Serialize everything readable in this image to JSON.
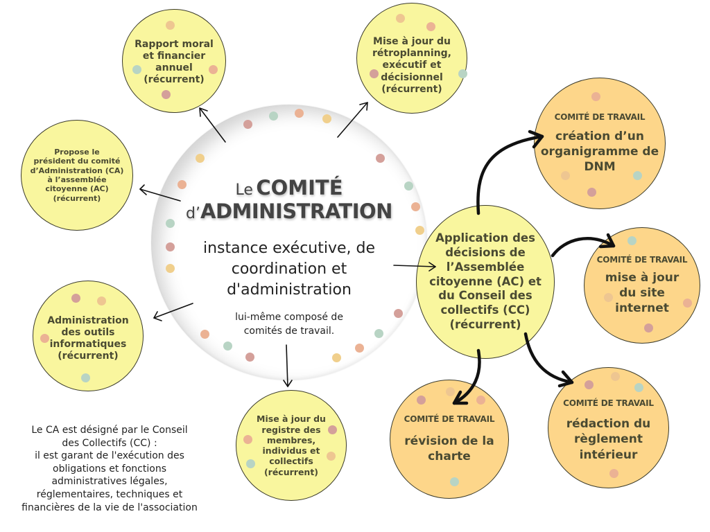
{
  "central": {
    "title_prefix_1": "Le",
    "title_word_1": "COMITÉ",
    "title_prefix_2": "d’",
    "title_word_2": "ADMINISTRATION",
    "subtitle_lines": [
      "instance exécutive, de",
      "coordination et",
      "d'administration"
    ],
    "detail_lines": [
      "lui-même composé de",
      "comités de travail."
    ]
  },
  "recurring_tasks": [
    {
      "id": "rapport",
      "lines": [
        "Rapport moral",
        "et financier",
        "annuel",
        "(récurrent)"
      ]
    },
    {
      "id": "retroplanning",
      "lines": [
        "Mise à jour du",
        "rétroplanning,",
        "exécutif et",
        "décisionnel",
        "(récurrent)"
      ]
    },
    {
      "id": "president",
      "lines": [
        "Propose le",
        "président du comité",
        "d’Administration (CA)",
        "à l’assemblée",
        "citoyenne (AC)",
        "(récurrent)"
      ]
    },
    {
      "id": "outils",
      "lines": [
        "Administration",
        "des outils",
        "informatiques",
        "(récurrent)"
      ]
    },
    {
      "id": "registre",
      "lines": [
        "Mise à jour du",
        "registre des",
        "membres,",
        "individus et",
        "collectifs",
        "(récurrent)"
      ]
    },
    {
      "id": "application",
      "lines": [
        "Application des",
        "décisions de",
        "l’Assemblée",
        "citoyenne (AC) et",
        "du Conseil des",
        "collectifs (CC)",
        "(récurrent)"
      ]
    }
  ],
  "working_committees": [
    {
      "id": "organigramme",
      "kicker": "COMITÉ DE TRAVAIL",
      "lines": [
        "création d’un",
        "organigramme de",
        "DNM"
      ]
    },
    {
      "id": "site",
      "kicker": "COMITÉ DE TRAVAIL",
      "lines": [
        "mise à jour",
        "du site",
        "internet"
      ]
    },
    {
      "id": "charte",
      "kicker": "COMITÉ DE TRAVAIL",
      "lines": [
        "révision de la",
        "charte"
      ]
    },
    {
      "id": "reglement",
      "kicker": "COMITÉ DE TRAVAIL",
      "lines": [
        "rédaction du",
        "règlement",
        "intérieur"
      ]
    }
  ],
  "note_lines": [
    "Le CA est désigné par le Conseil",
    "des Collectifs (CC) :",
    "il est garant de l'exécution des",
    "obligations et fonctions",
    "administratives légales,",
    "réglementaires, techniques et",
    "financières de la vie de l'association"
  ],
  "colors": {
    "yellow_bubble": "#f9f69e",
    "orange_bubble": "#fdd68a",
    "text_dark": "#4a4a32",
    "dot_pink": "#d4a09a",
    "dot_salmon": "#ebb294",
    "dot_mint": "#b8d4c4",
    "dot_gold": "#f0cf8c"
  }
}
